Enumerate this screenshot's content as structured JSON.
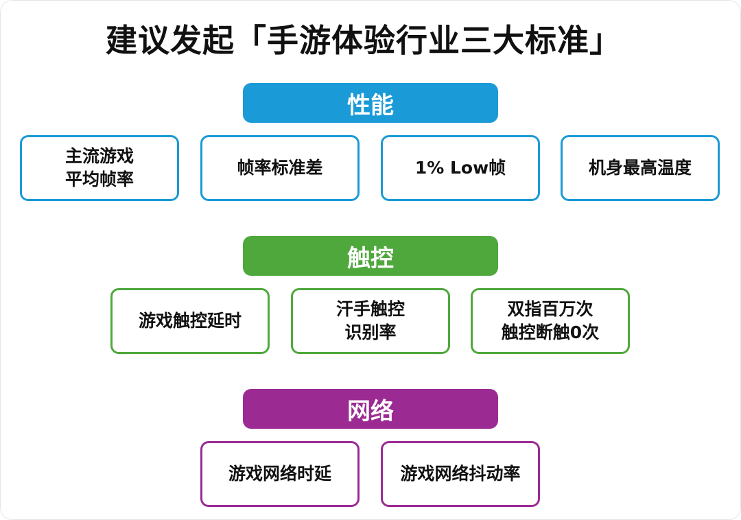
{
  "title": "建议发起「手游体验行业三大标准」",
  "colors": {
    "performance": "#1a9ad6",
    "touch": "#4fa83c",
    "network": "#9b2b93"
  },
  "sections": [
    {
      "header": "性能",
      "items": [
        "主流游戏\n平均帧率",
        "帧率标准差",
        "1% Low帧",
        "机身最高温度"
      ]
    },
    {
      "header": "触控",
      "items": [
        "游戏触控延时",
        "汗手触控\n识别率",
        "双指百万次\n触控断触0次"
      ]
    },
    {
      "header": "网络",
      "items": [
        "游戏网络时延",
        "游戏网络抖动率"
      ]
    }
  ]
}
